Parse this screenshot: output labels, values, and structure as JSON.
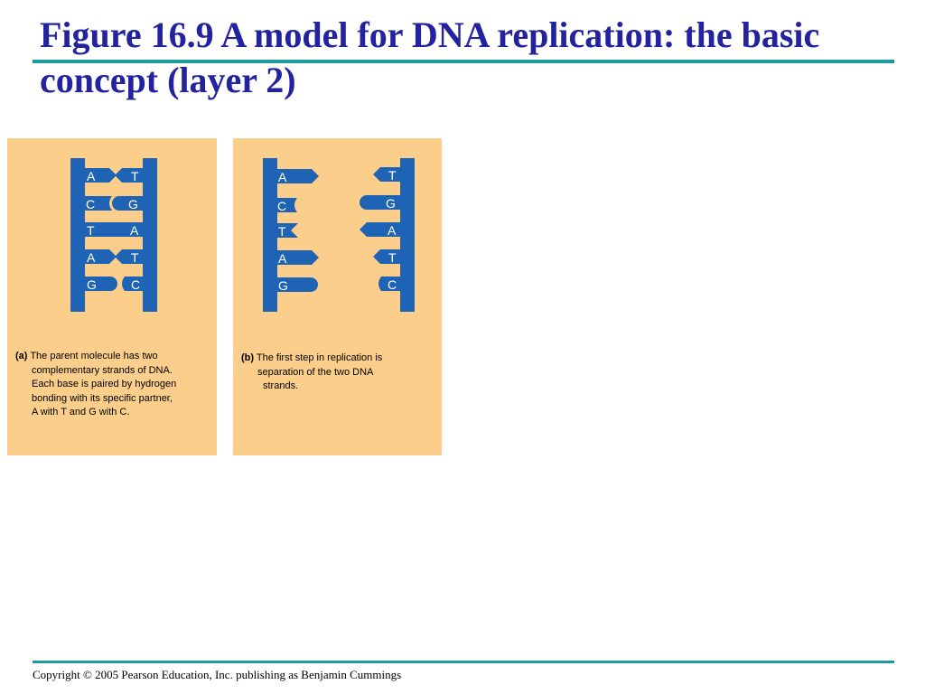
{
  "slide": {
    "title": "Figure 16.9 A model for DNA replication: the basic concept (layer 2)",
    "footer": "Copyright © 2005 Pearson Education, Inc. publishing as Benjamin Cummings"
  },
  "colors": {
    "title": "#2323a0",
    "rule": "#1c9a9c",
    "panel_background": "#fbce8c",
    "strand": "#1f64b4",
    "base_label": "#ffffff"
  },
  "panel_a": {
    "label": "(a)",
    "caption_lines": [
      "The parent molecule has two",
      "complementary strands of DNA.",
      "Each base is paired by hydrogen",
      "bonding with its specific partner,",
      "A with T and G with C."
    ],
    "left_bases": [
      "A",
      "C",
      "T",
      "A",
      "G"
    ],
    "right_bases": [
      "T",
      "G",
      "A",
      "T",
      "C"
    ]
  },
  "panel_b": {
    "label": "(b)",
    "caption_lines": [
      "The first step in replication is",
      "separation of the two DNA",
      "strands."
    ],
    "left_bases": [
      "A",
      "C",
      "T",
      "A",
      "G"
    ],
    "right_bases": [
      "T",
      "G",
      "A",
      "T",
      "C"
    ]
  }
}
